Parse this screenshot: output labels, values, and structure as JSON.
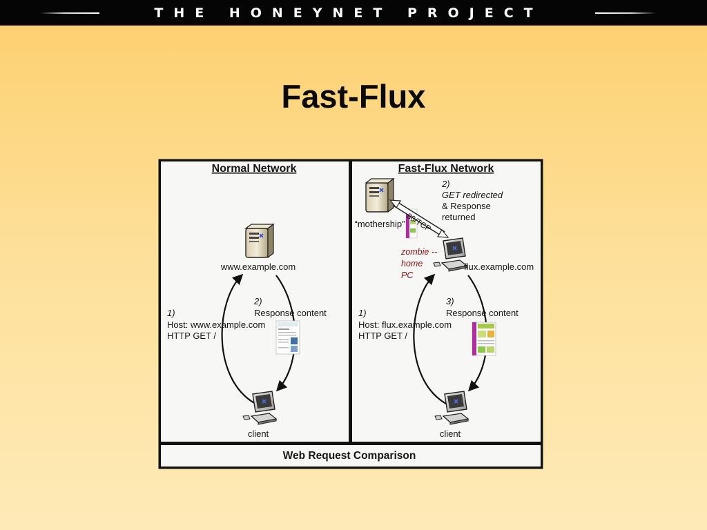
{
  "header": {
    "brand": "THE HONEYNET PROJECT",
    "bar_color": "#050505"
  },
  "slide": {
    "title": "Fast-Flux"
  },
  "diagram": {
    "footer": "Web Request Comparison",
    "normal": {
      "title": "Normal Network",
      "server_label": "www.example.com",
      "step1_num": "1)",
      "step1_line1": "Host: www.example.com",
      "step1_line2": "HTTP GET /",
      "step2_num": "2)",
      "step2_text": "Response content",
      "client_label": "client"
    },
    "fastflux": {
      "title": "Fast-Flux Network",
      "mothership_label": "“mothership”",
      "link_label": "80/TCP",
      "step2_num": "2)",
      "step2_line1": "GET redirected",
      "step2_line2": "& Response",
      "step2_line3": "returned",
      "zombie_line1": "zombie",
      "zombie_line2": "home",
      "zombie_line3": "PC",
      "zombie_dash": "--",
      "flux_label": "flux.example.com",
      "step1_num": "1)",
      "step1_line1": "Host: flux.example.com",
      "step1_line2": "HTTP GET /",
      "step3_num": "3)",
      "step3_text": "Response content",
      "client_label": "client"
    },
    "colors": {
      "zombie_text": "#8a1010",
      "panel_bg": "#f7f7f5",
      "frame": "#151515"
    }
  }
}
